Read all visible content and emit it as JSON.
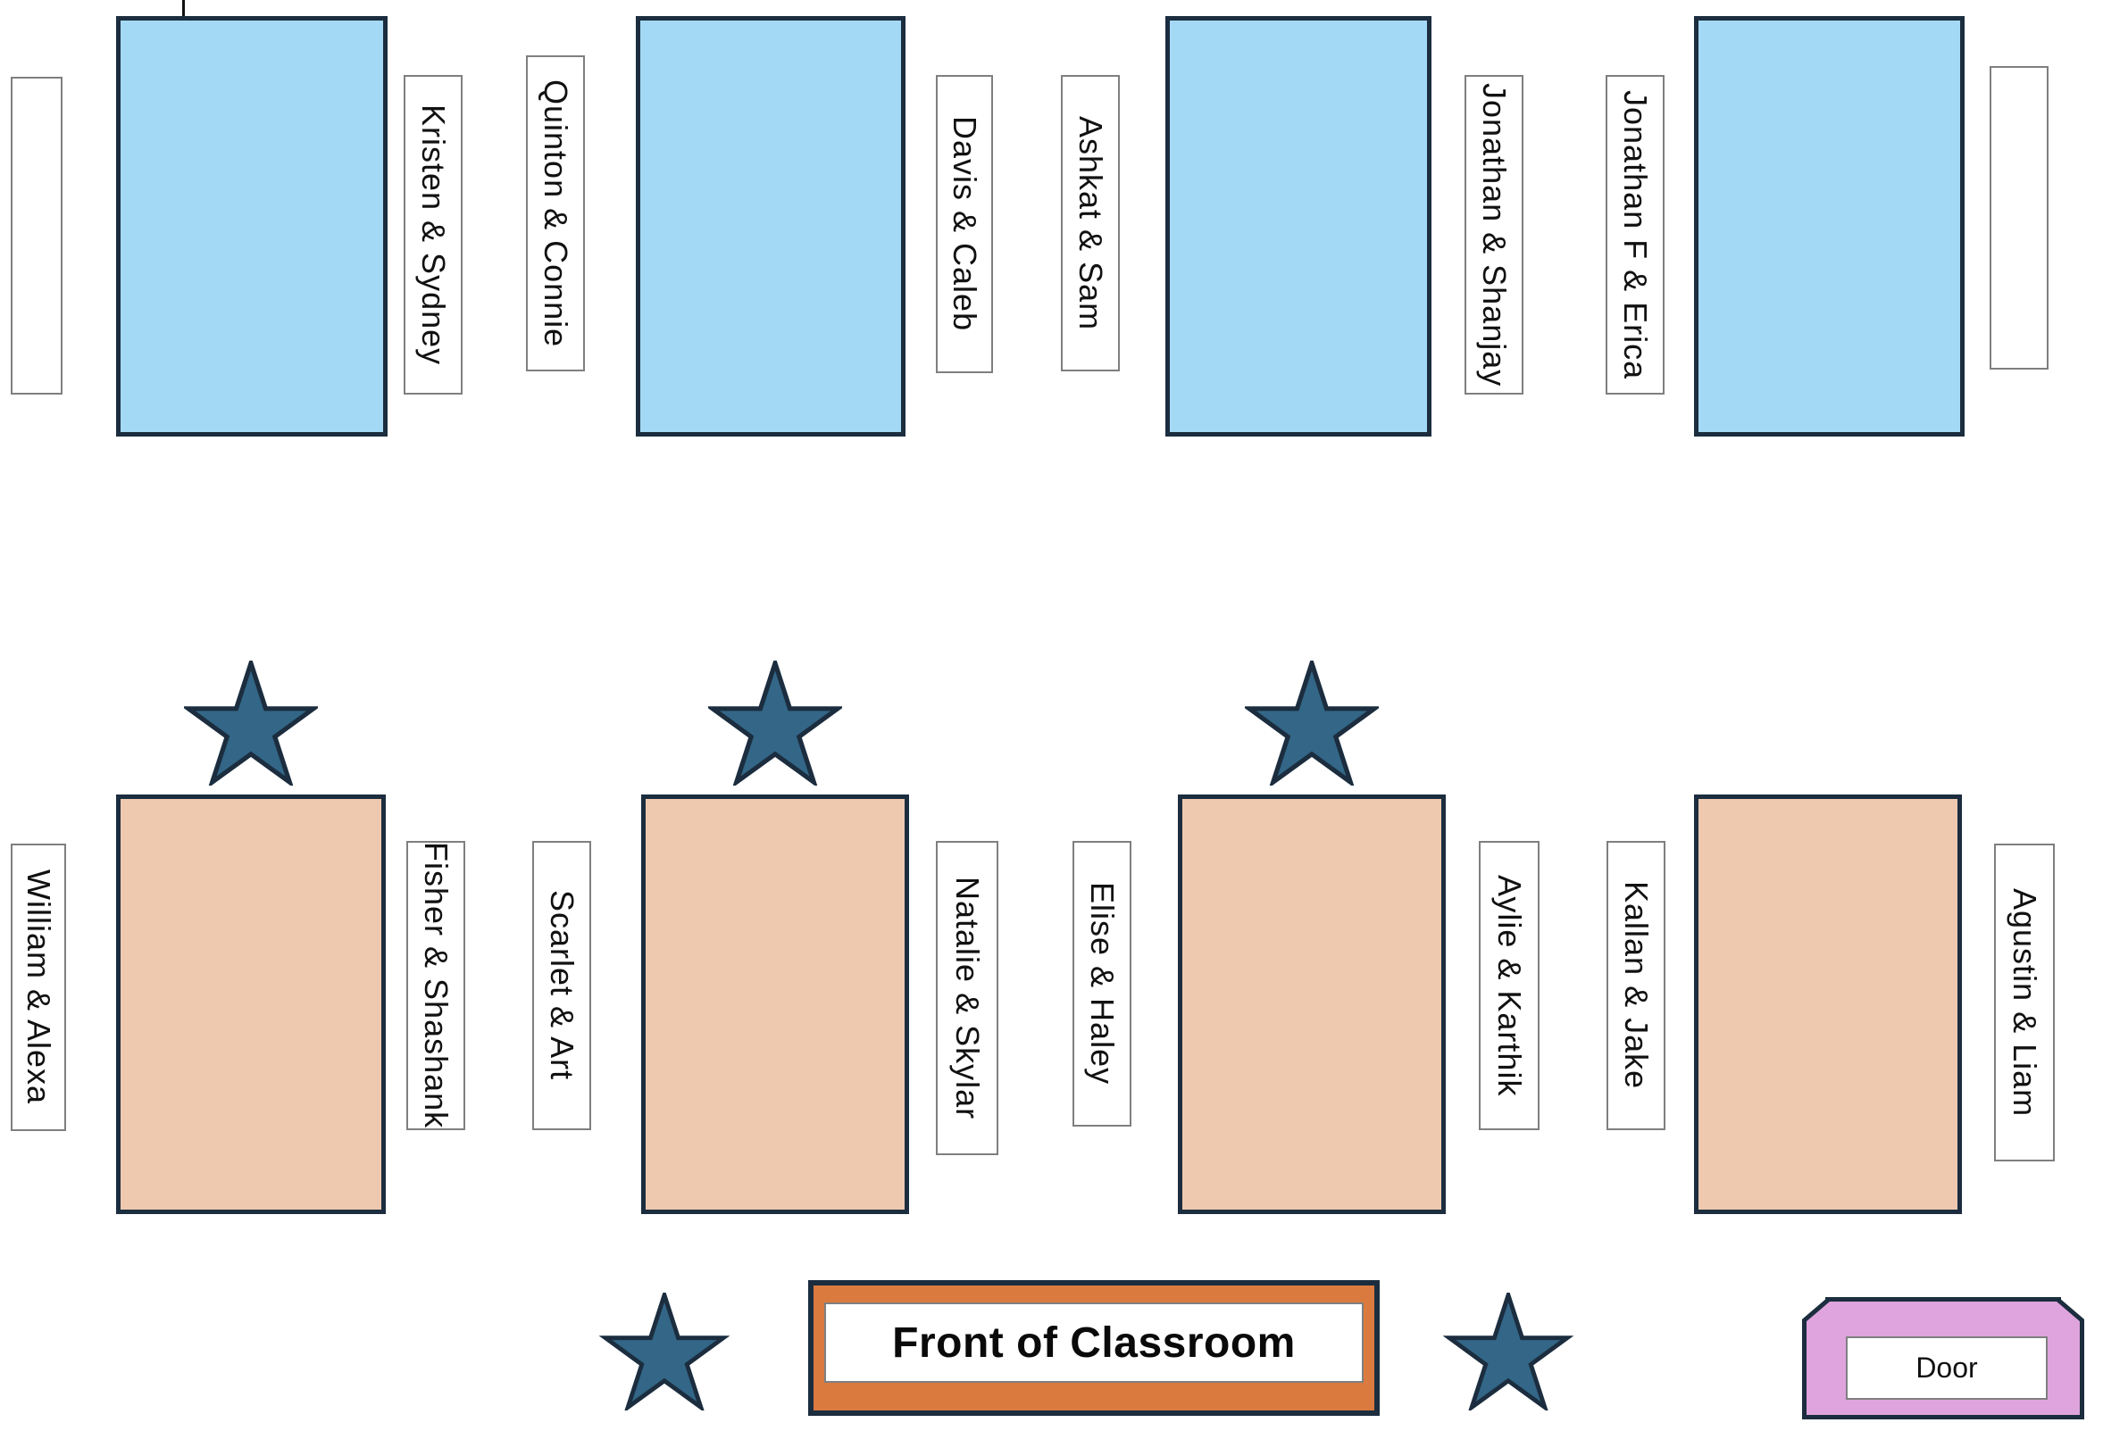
{
  "top_row": {
    "labels": [
      "",
      "Kristen & Sydney",
      "Quinton & Connie",
      "Davis & Caleb",
      "Ashkat & Sam",
      "Jonathan & Shanjay",
      "Jonathan F & Erica",
      ""
    ]
  },
  "bottom_row": {
    "labels": [
      "William & Alexa",
      "Fisher & Shashank",
      "Scarlet & Art",
      "Natalie & Skylar",
      "Elise & Haley",
      "Aylie & Karthik",
      "Kallan & Jake",
      "Agustin & Liam"
    ]
  },
  "front_banner": {
    "label": "Front of Classroom"
  },
  "door": {
    "label": "Door"
  },
  "colors": {
    "table_top_fill": "#A4D9F5",
    "table_bottom_fill": "#EEC9B0",
    "shape_border": "#1B2D3E",
    "star_fill": "#336687",
    "banner_fill": "#DB7A3F",
    "door_fill": "#DFA3DD",
    "label_border": "#7F7F7F"
  }
}
